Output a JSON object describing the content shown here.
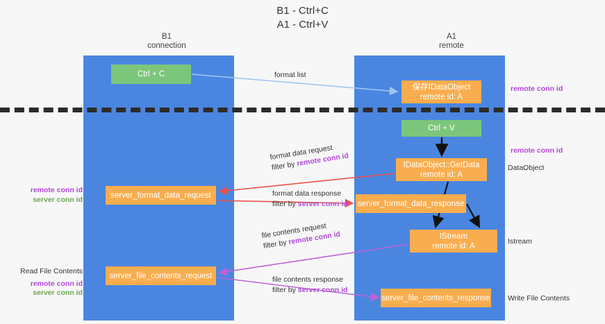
{
  "title": {
    "line1": "B1 - Ctrl+C",
    "line2": "A1 - Ctrl+V"
  },
  "columns": [
    {
      "name": "B1",
      "role": "connection"
    },
    {
      "name": "A1",
      "role": "remote"
    }
  ],
  "nodes": [
    {
      "id": "ctrl-c",
      "lane": "B1",
      "line1": "Ctrl + C",
      "line2": "",
      "color": "#7cc67c"
    },
    {
      "id": "idataobject",
      "lane": "A1",
      "line1": "保存IDataObject",
      "line2": "remote id: A",
      "color": "#f9ad4e"
    },
    {
      "id": "ctrl-v",
      "lane": "A1",
      "line1": "Ctrl + V",
      "line2": "",
      "color": "#7cc67c"
    },
    {
      "id": "getdata",
      "lane": "A1",
      "line1": "IDataObject::GetData",
      "line2": "remote id: A",
      "color": "#f9ad4e"
    },
    {
      "id": "sfd-request",
      "lane": "B1",
      "line1": "server_format_data_request",
      "line2": "",
      "color": "#f9ad4e"
    },
    {
      "id": "sfd-response",
      "lane": "A1",
      "line1": "server_format_data_response",
      "line2": "",
      "color": "#f9ad4e"
    },
    {
      "id": "istream",
      "lane": "A1",
      "line1": "IStream",
      "line2": "remote id: A",
      "color": "#f9ad4e"
    },
    {
      "id": "sfc-request",
      "lane": "B1",
      "line1": "server_file_contents_request",
      "line2": "",
      "color": "#f9ad4e"
    },
    {
      "id": "sfc-response",
      "lane": "A1",
      "line1": "server_file_contents_response",
      "line2": "",
      "color": "#f9ad4e"
    }
  ],
  "edge_labels": {
    "format_list": "format list",
    "format_data_request": "format data request",
    "format_data_request_filter_prefix": "filter by ",
    "format_data_request_filter_key": "remote conn id",
    "format_data_response": "format data response",
    "format_data_response_filter_prefix": "filter by ",
    "format_data_response_filter_key": "server conn id",
    "file_contents_request": "file contents request",
    "file_contents_request_filter_prefix": "filter by ",
    "file_contents_request_filter_key": "remote conn id",
    "file_contents_response": "file contents response",
    "file_contents_response_filter_prefix": "filter by ",
    "file_contents_response_filter_key": "server conn id"
  },
  "annotations": {
    "left": [
      {
        "id": "left-ids-1",
        "plain": "",
        "remote": "remote conn id",
        "server": "server conn id"
      },
      {
        "id": "left-ids-2",
        "plain": "Read File Contents",
        "remote": "remote conn id",
        "server": "server conn id"
      }
    ],
    "right": [
      {
        "id": "right-remote-1",
        "text": "remote conn id",
        "style": "pink"
      },
      {
        "id": "right-remote-2",
        "text": "remote conn id",
        "style": "pink"
      },
      {
        "id": "right-dataobject",
        "text": "DataObject",
        "style": "plain"
      },
      {
        "id": "right-istream",
        "text": "Istream",
        "style": "plain"
      },
      {
        "id": "right-write",
        "text": "Write File Contents",
        "style": "plain"
      }
    ]
  },
  "colors": {
    "lane": "#4a86e0",
    "green_node": "#7cc67c",
    "orange_node": "#f9ad4e",
    "pink_key": "#b049d6",
    "green_key": "#6aa84f",
    "arrow_blue": "#9fc5f0",
    "arrow_red": "#e8534a",
    "arrow_purple": "#c061d8",
    "arrow_black": "#111111",
    "divider": "#2b2b2b",
    "background": "#f7f7f7"
  }
}
